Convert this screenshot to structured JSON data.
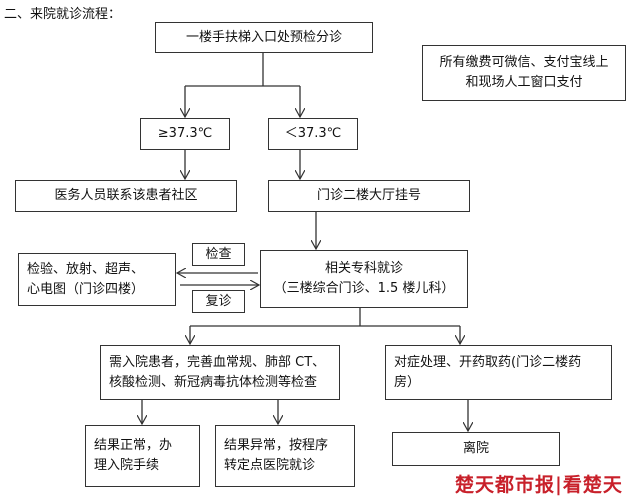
{
  "title": "二、来院就诊流程：",
  "nodes": {
    "triage": "一楼手扶梯入口处预检分诊",
    "payment_line1": "所有缴费可微信、支付宝线上",
    "payment_line2": "和现场人工窗口支付",
    "high_temp": "≥37.3℃",
    "low_temp": "＜37.3℃",
    "contact_community": "医务人员联系该患者社区",
    "register": "门诊二楼大厅挂号",
    "exam_line1": "检验、放射、超声、",
    "exam_line2": "心电图（门诊四楼）",
    "check_label": "检查",
    "revisit_label": "复诊",
    "specialist_line1": "相关专科就诊",
    "specialist_line2": "（三楼综合门诊、1.5 楼儿科）",
    "admit_line1": "需入院患者，完善血常规、肺部 CT、",
    "admit_line2": "核酸检测、新冠病毒抗体检测等检查",
    "treat_line1": "对症处理、开药取药(门诊二楼药",
    "treat_line2": "房）",
    "normal_line1": "结果正常，办",
    "normal_line2": "理入院手续",
    "abnormal_line1": "结果异常，按程序",
    "abnormal_line2": "转定点医院就诊",
    "leave": "离院"
  },
  "watermark": "楚天都市报|看楚天",
  "colors": {
    "line": "#333333",
    "watermark": "#c8202a"
  }
}
